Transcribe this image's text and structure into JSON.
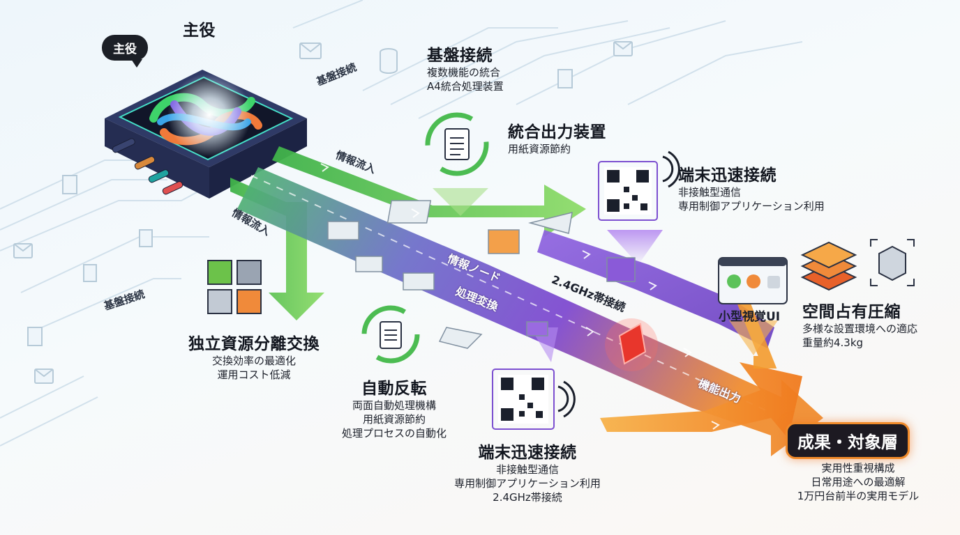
{
  "main_actor": {
    "title": "主役",
    "bubble": "主役"
  },
  "base_connection_labels": [
    "基盤接続",
    "基盤接続"
  ],
  "base_connection_top": {
    "title": "基盤接続",
    "lines": [
      "複数機能の統合",
      "A4統合処理装置"
    ]
  },
  "integrated_output": {
    "title": "統合出力装置",
    "lines": [
      "用紙資源節約"
    ]
  },
  "terminal_connect_top": {
    "title": "端末迅速接続",
    "lines": [
      "非接触型通信",
      "専用制御アプリケーション利用"
    ]
  },
  "independent_resources": {
    "title": "独立資源分離交換",
    "lines": [
      "交換効率の最適化",
      "運用コスト低減"
    ]
  },
  "auto_reverse": {
    "title": "自動反転",
    "lines": [
      "両面自動処理機構",
      "用紙資源節約",
      "処理プロセスの自動化"
    ]
  },
  "terminal_connect_bottom": {
    "title": "端末迅速接続",
    "lines": [
      "非接触型通信",
      "専用制御アプリケーション利用",
      "2.4GHz帯接続"
    ]
  },
  "small_ui": {
    "title": "小型視覚UI"
  },
  "space_compress": {
    "title": "空間占有圧縮",
    "lines": [
      "多様な設置環境への適応",
      "重量約4.3kg"
    ]
  },
  "result": {
    "title": "成果・対象層",
    "lines": [
      "実用性重視構成",
      "日常用途への最適解",
      "1万円台前半の実用モデル"
    ]
  },
  "flows": {
    "info_in_1": "情報流入",
    "info_in_2": "情報流入",
    "info_node": "情報ノード",
    "processing": "処理変換",
    "band": "2.4GHz帯接続",
    "function_out": "機能出力"
  },
  "colors": {
    "green_flow": "#5cc25a",
    "purple_flow": "#7a4fd0",
    "orange_flow": "#f39a2c",
    "red_node": "#e8362c",
    "accent_dark": "#1c1f26"
  },
  "icons": [
    "device-icon",
    "recycle-doc-icon",
    "qr-wireless-icon",
    "cube-cluster-icon",
    "mini-ui-icon",
    "layer-stack-icon",
    "focus-cube-icon",
    "mail-icon",
    "database-icon"
  ]
}
